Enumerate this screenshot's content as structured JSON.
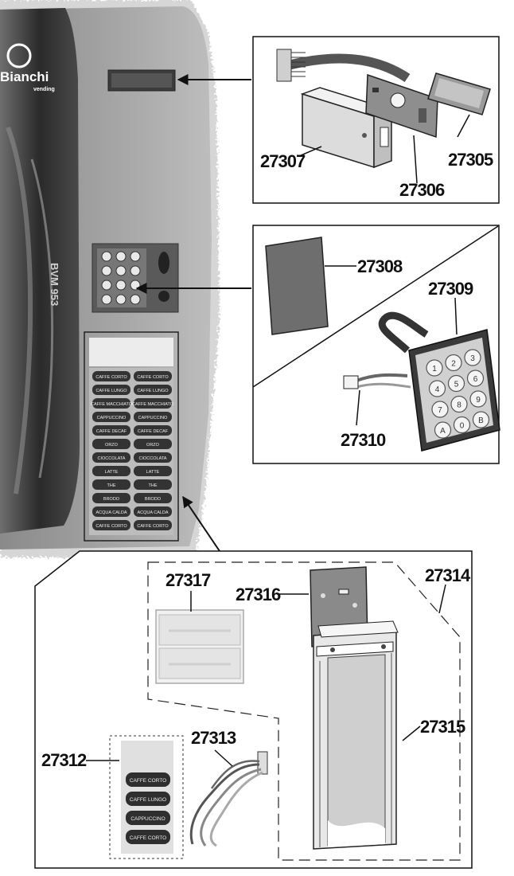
{
  "brand": {
    "name": "Bianchi",
    "sub": "vending",
    "model": "BVM 953"
  },
  "parts": {
    "p27305": "27305",
    "p27306": "27306",
    "p27307": "27307",
    "p27308": "27308",
    "p27309": "27309",
    "p27310": "27310",
    "p27312": "27312",
    "p27313": "27313",
    "p27314": "27314",
    "p27315": "27315",
    "p27316": "27316",
    "p27317": "27317"
  },
  "keypad": {
    "keys": [
      "1",
      "2",
      "3",
      "4",
      "5",
      "6",
      "7",
      "8",
      "9",
      "A",
      "0",
      "B"
    ]
  },
  "selection_labels": [
    "CAFFE CORTO",
    "CAFFE LUNGO",
    "CAFFE MACCHIATO",
    "CAPPUCCINO",
    "CAFFE DECAF",
    "ORZO",
    "CIOCCOLATA",
    "LATTE",
    "THE",
    "BRODO",
    "ACQUA CALDA",
    "CAFFE CORTO"
  ],
  "detail_labels": [
    "CAFFE CORTO",
    "CAFFE LUNGO",
    "CAPPUCCINO",
    "CAFFE CORTO"
  ]
}
